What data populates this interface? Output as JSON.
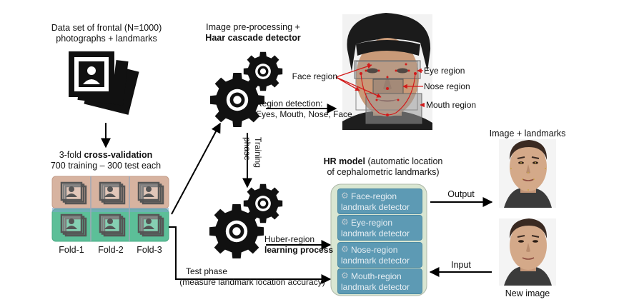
{
  "dataset": {
    "line1": "Data set of frontal (N=1000)",
    "line2": "photographs + landmarks"
  },
  "cv": {
    "line1_a": "3-fold ",
    "line1_b": "cross-validation",
    "line2": "700 training – 300 test each"
  },
  "folds": [
    "Fold-1",
    "Fold-2",
    "Fold-3"
  ],
  "preprocess": {
    "line1": "Image pre-processing +",
    "line2": "Haar cascade detector"
  },
  "region_detection": {
    "line1": "Region detection:",
    "line2": "Eyes, Mouth, Nose, Face"
  },
  "face_labels": {
    "face": "Face region",
    "eye": "Eye region",
    "nose": "Nose region",
    "mouth": "Mouth region"
  },
  "training_phase": {
    "line1": "Training",
    "line2": "phase"
  },
  "hr_model": {
    "bold": "HR model",
    "rest": " (automatic location",
    "line2": "of cephalometric landmarks)"
  },
  "huber": {
    "line1": "Huber-region",
    "line2": "learning process"
  },
  "detectors": [
    {
      "name": "Face-region",
      "sub": "landmark detector"
    },
    {
      "name": "Eye-region",
      "sub": "landmark detector"
    },
    {
      "name": "Nose-region",
      "sub": "landmark detector"
    },
    {
      "name": "Mouth-region",
      "sub": "landmark detector"
    }
  ],
  "test_phase": {
    "line1": "Test phase",
    "line2": "(measure landmark location accuracy)"
  },
  "output_label": "Output",
  "input_label": "Input",
  "image_landmarks": "Image + landmarks",
  "new_image": "New image",
  "colors": {
    "fold_top": "#d7b3a0",
    "fold_bottom": "#5cbf98",
    "fold_mid": "#7aa7c8",
    "hr_box": "#d9e6d2",
    "detector": "#5d9ab4"
  }
}
